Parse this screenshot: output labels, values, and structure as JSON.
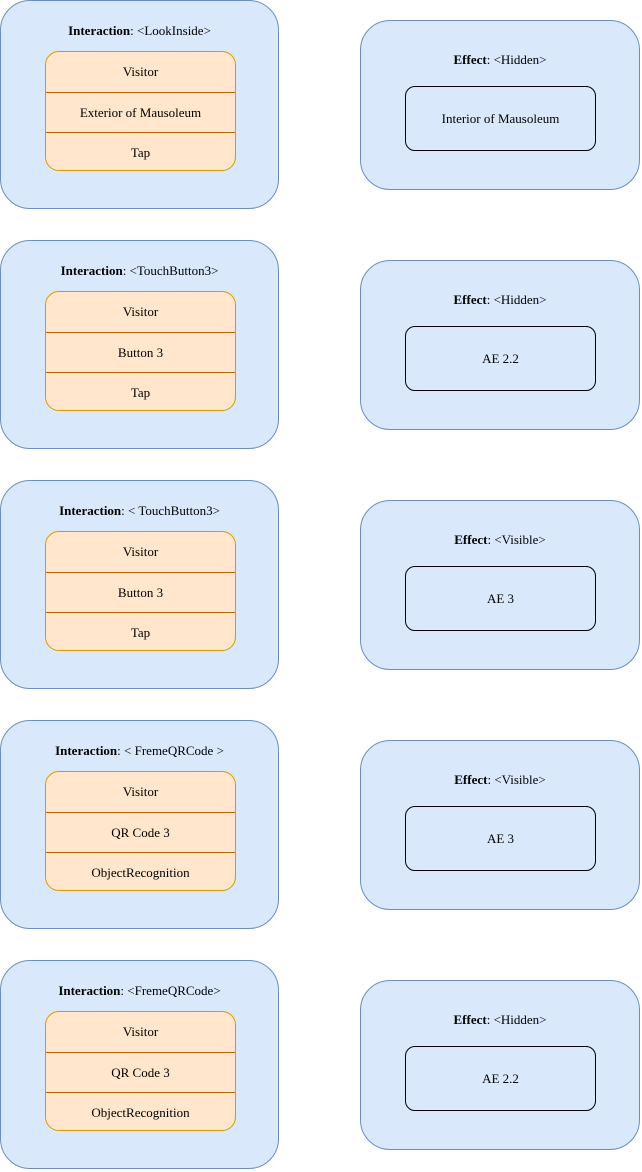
{
  "labels": {
    "interaction": "Interaction",
    "effect": "Effect"
  },
  "rows": [
    {
      "interaction": {
        "name": ": <LookInside>",
        "cells": [
          "Visitor",
          "Exterior of Mausoleum",
          "Tap"
        ]
      },
      "effect": {
        "name": ": <Hidden>",
        "target": "Interior of  Mausoleum"
      }
    },
    {
      "interaction": {
        "name": ": <TouchButton3>",
        "cells": [
          "Visitor",
          "Button 3",
          "Tap"
        ]
      },
      "effect": {
        "name": ": <Hidden>",
        "target": "AE 2.2"
      }
    },
    {
      "interaction": {
        "name": ": < TouchButton3>",
        "cells": [
          "Visitor",
          "Button 3",
          "Tap"
        ]
      },
      "effect": {
        "name": ": <Visible>",
        "target": "AE 3"
      }
    },
    {
      "interaction": {
        "name": ": < FremeQRCode >",
        "cells": [
          "Visitor",
          "QR Code 3",
          "ObjectRecognition"
        ]
      },
      "effect": {
        "name": ": <Visible>",
        "target": "AE 3"
      }
    },
    {
      "interaction": {
        "name": ": <FremeQRCode>",
        "cells": [
          "Visitor",
          "QR Code 3",
          "ObjectRecognition"
        ]
      },
      "effect": {
        "name": ": <Hidden>",
        "target": "AE 2.2"
      }
    }
  ]
}
